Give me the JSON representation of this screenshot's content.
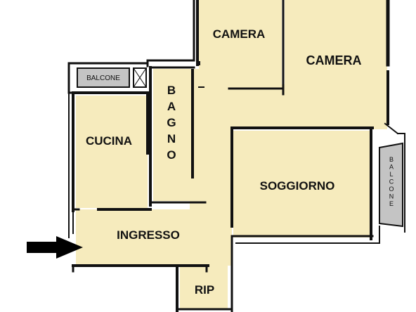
{
  "plan": {
    "rooms": {
      "camera_left": "CAMERA",
      "camera_right": "CAMERA",
      "cucina": "CUCINA",
      "bagno": "BAGNO",
      "soggiorno": "SOGGIORNO",
      "ingresso": "INGRESSO",
      "rip": "RIP",
      "balcone_top": "BALCONE",
      "balcone_right": "BALCONE"
    },
    "colors": {
      "floor": "#f6ebbd",
      "wall": "#111111",
      "balcony": "#c4c4c4",
      "arrow": "#000000"
    },
    "entrance_arrow_icon": "arrow-right-icon"
  }
}
